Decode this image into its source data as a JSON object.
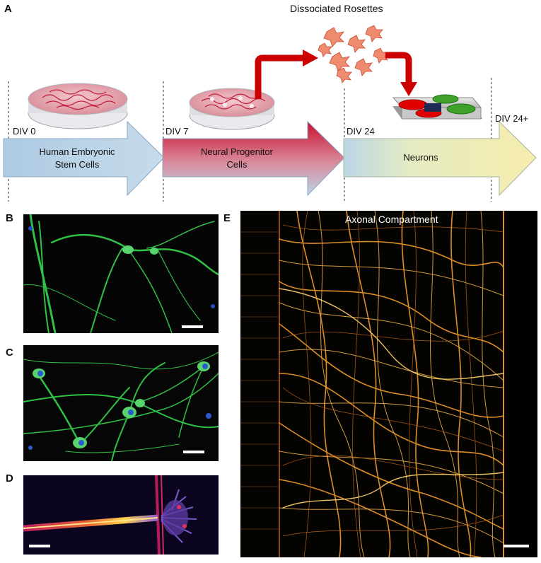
{
  "panels": {
    "a": "A",
    "b": "B",
    "c": "C",
    "d": "D",
    "e": "E"
  },
  "timeline": {
    "div0": "DIV 0",
    "div7": "DIV 7",
    "div24": "DIV 24",
    "div24plus": "DIV 24+"
  },
  "stages": {
    "hesc_line1": "Human Embryonic",
    "hesc_line2": "Stem Cells",
    "npc_line1": "Neural Progenitor",
    "npc_line2": "Cells",
    "neurons": "Neurons"
  },
  "dissociated_label": "Dissociated Rosettes",
  "panel_e_label": "Axonal Compartment",
  "colors": {
    "stage_blue": "#b9d3e6",
    "progenitor_red": "#c8102e",
    "neuron_yellow": "#f4ecb0",
    "curve_arrow_red": "#cc0000",
    "neurite_green": "#2fc046",
    "axon_orange": "#e8952a"
  }
}
